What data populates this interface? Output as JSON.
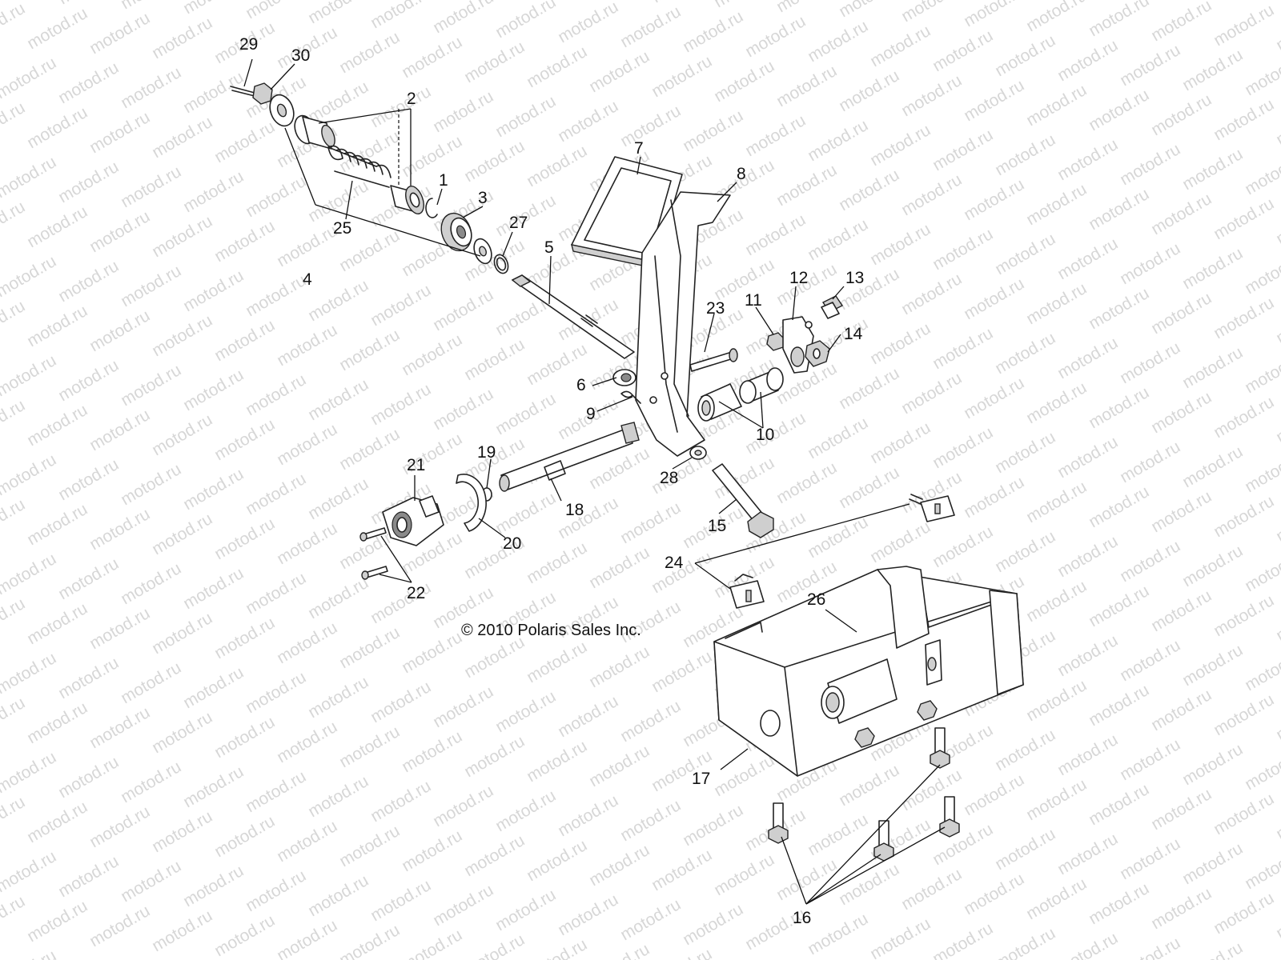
{
  "watermark": {
    "text": "motod.ru"
  },
  "copyright": "© 2010 Polaris Sales Inc.",
  "callouts": {
    "n1": "1",
    "n2": "2",
    "n3": "3",
    "n4": "4",
    "n5": "5",
    "n6": "6",
    "n7": "7",
    "n8": "8",
    "n9": "9",
    "n10": "10",
    "n11": "11",
    "n12": "12",
    "n13": "13",
    "n14": "14",
    "n15": "15",
    "n16": "16",
    "n17": "17",
    "n18": "18",
    "n19": "19",
    "n20": "20",
    "n21": "21",
    "n22": "22",
    "n23": "23",
    "n24": "24",
    "n25": "25",
    "n26": "26",
    "n27": "27",
    "n28": "28",
    "n29": "29",
    "n30": "30"
  }
}
